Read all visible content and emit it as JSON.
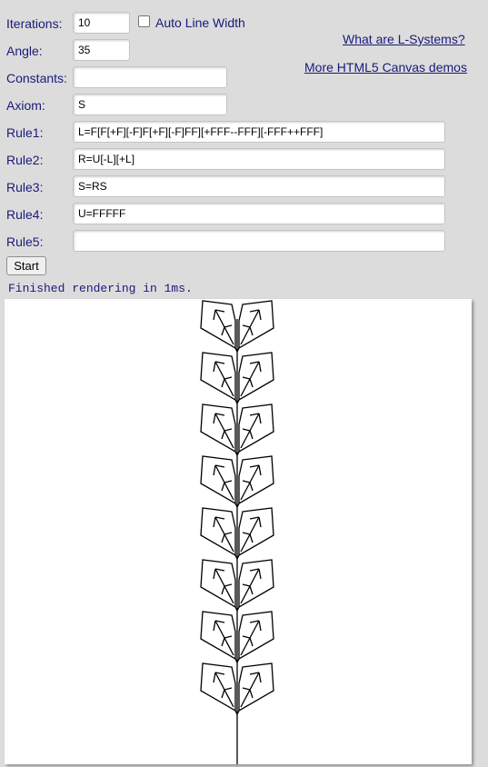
{
  "form": {
    "iterations": {
      "label": "Iterations:",
      "value": "10"
    },
    "auto_line_width": {
      "label": "Auto Line Width",
      "checked": false
    },
    "angle": {
      "label": "Angle:",
      "value": "35"
    },
    "constants": {
      "label": "Constants:",
      "value": ""
    },
    "axiom": {
      "label": "Axiom:",
      "value": "S"
    },
    "rules": [
      {
        "label": "Rule1:",
        "value": "L=F[F[+F][-F]F[+F][-F]FF][+FFF--FFF][-FFF++FFF]"
      },
      {
        "label": "Rule2:",
        "value": "R=U[-L][+L]"
      },
      {
        "label": "Rule3:",
        "value": "S=RS"
      },
      {
        "label": "Rule4:",
        "value": "U=FFFFF"
      },
      {
        "label": "Rule5:",
        "value": ""
      }
    ],
    "start_button": "Start"
  },
  "links": {
    "what_are": "What are L-Systems?",
    "more_demos": "More HTML5 Canvas demos"
  },
  "status": "Finished rendering in 1ms.",
  "canvas": {
    "background": "#ffffff",
    "stroke": "#000000",
    "leaf_pairs": 8
  }
}
